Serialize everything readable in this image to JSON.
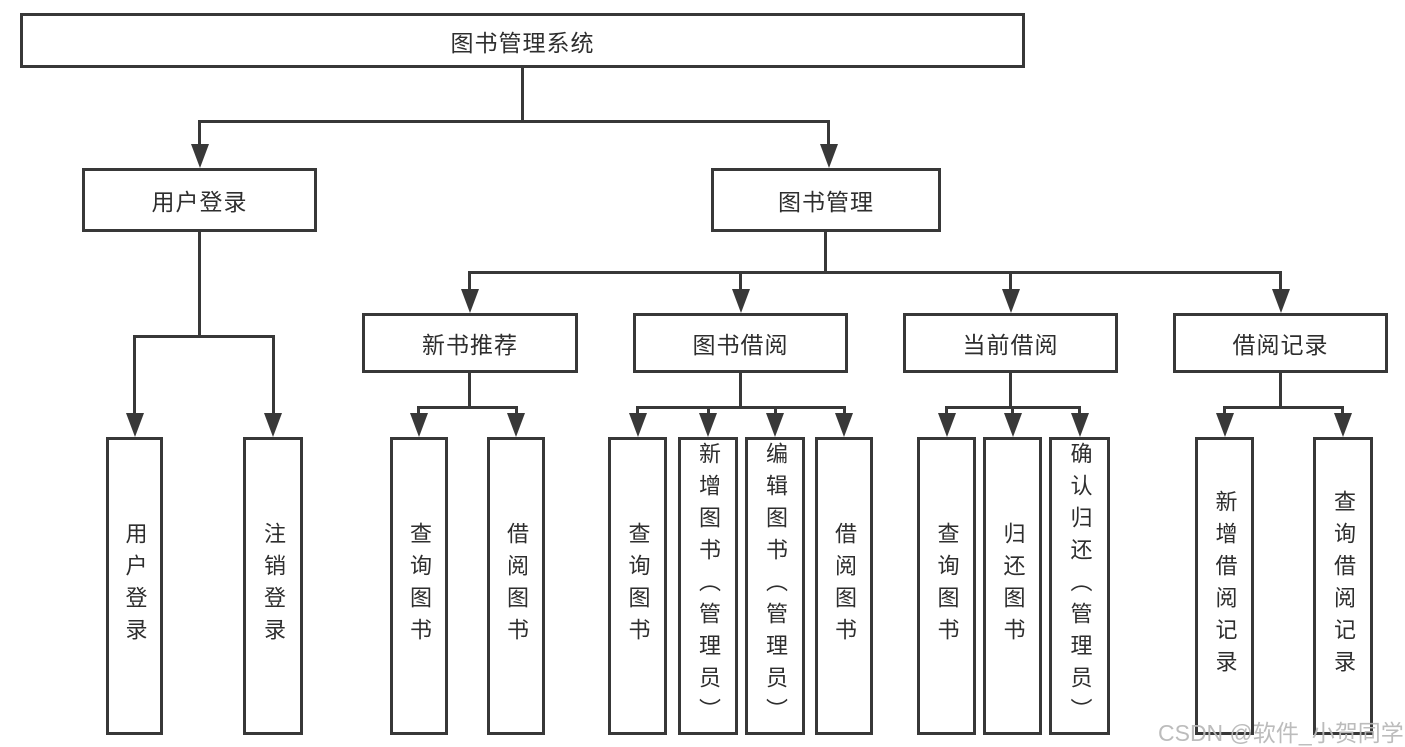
{
  "colors": {
    "line": "#383838",
    "text": "#2e2e2e",
    "background": "#ffffff",
    "watermark": "#b8b8b8"
  },
  "watermark": {
    "text": "CSDN @软件_小贺同学"
  },
  "tree": {
    "root": {
      "label": "图书管理系统"
    },
    "branches": [
      {
        "label": "用户登录",
        "children": [
          {
            "label": "用户登录"
          },
          {
            "label": "注销登录"
          }
        ]
      },
      {
        "label": "图书管理",
        "children": [
          {
            "label": "新书推荐",
            "children": [
              {
                "label": "查询图书"
              },
              {
                "label": "借阅图书"
              }
            ]
          },
          {
            "label": "图书借阅",
            "children": [
              {
                "label": "查询图书"
              },
              {
                "label": "新增图书（管理员）"
              },
              {
                "label": "编辑图书（管理员）"
              },
              {
                "label": "借阅图书"
              }
            ]
          },
          {
            "label": "当前借阅",
            "children": [
              {
                "label": "查询图书"
              },
              {
                "label": "归还图书"
              },
              {
                "label": "确认归还（管理员）"
              }
            ]
          },
          {
            "label": "借阅记录",
            "children": [
              {
                "label": "新增借阅记录"
              },
              {
                "label": "查询借阅记录"
              }
            ]
          }
        ]
      }
    ]
  }
}
